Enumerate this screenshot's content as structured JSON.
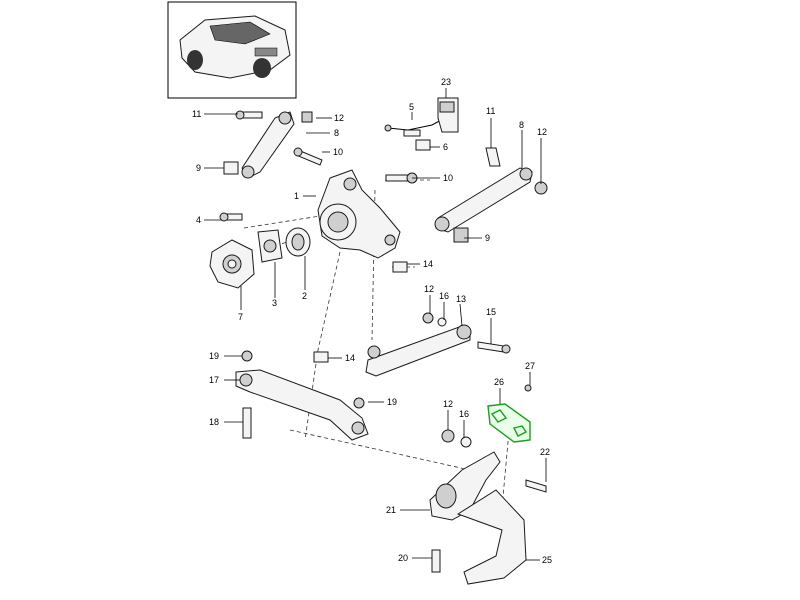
{
  "diagram": {
    "highlight_color": "#1aa01a",
    "line_color": "#000000",
    "callouts": [
      "1",
      "2",
      "3",
      "4",
      "5",
      "6",
      "7",
      "8",
      "8",
      "9",
      "9",
      "10",
      "10",
      "11",
      "11",
      "12",
      "12",
      "12",
      "12",
      "13",
      "14",
      "14",
      "15",
      "16",
      "16",
      "17",
      "18",
      "19",
      "19",
      "20",
      "21",
      "22",
      "23",
      "25",
      "26",
      "27"
    ]
  }
}
